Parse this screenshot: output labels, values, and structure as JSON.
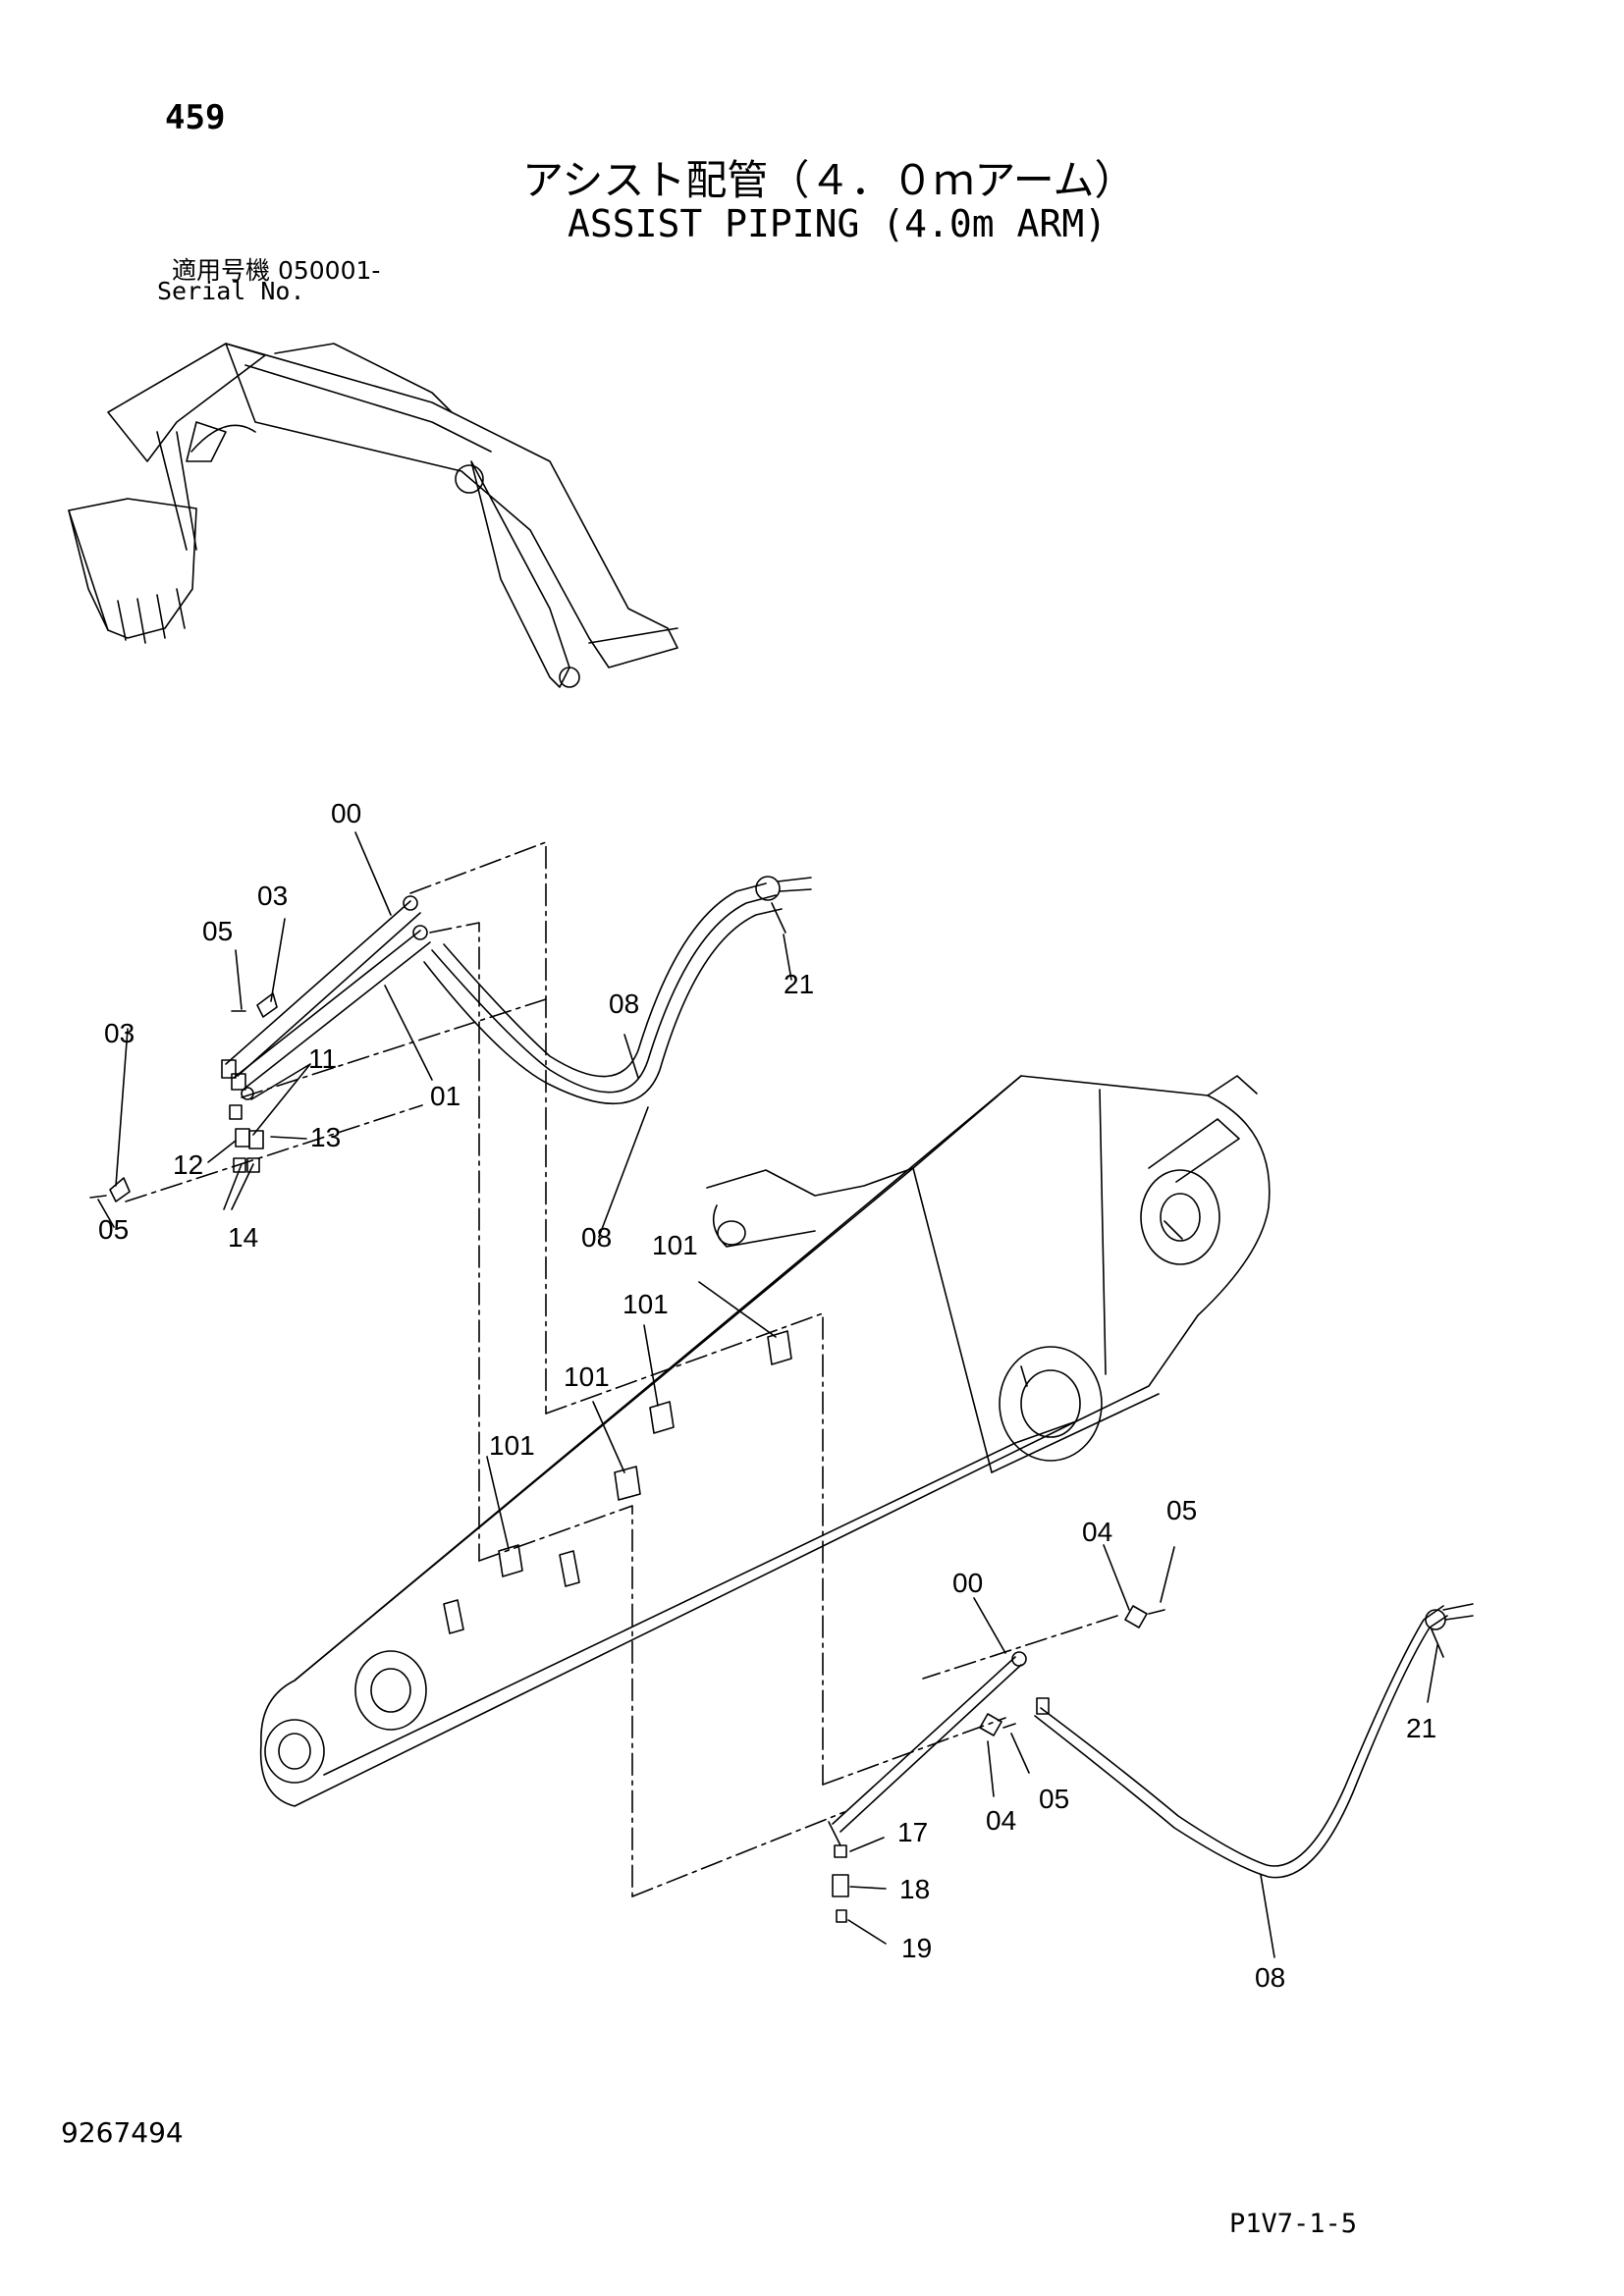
{
  "header": {
    "page_number": "459",
    "title_jp": "アシスト配管（４．０ｍアーム）",
    "title_en": "ASSIST PIPING (4.0m ARM)",
    "serial_label_jp": "適用号機  050001-",
    "serial_label_en": "Serial No."
  },
  "footer": {
    "doc_number": "9267494",
    "sheet_code": "P1V7-1-5"
  },
  "callouts": [
    {
      "id": "c-00-top",
      "label": "00"
    },
    {
      "id": "c-03-a",
      "label": "03"
    },
    {
      "id": "c-05-a",
      "label": "05"
    },
    {
      "id": "c-03-b",
      "label": "03"
    },
    {
      "id": "c-11",
      "label": "11"
    },
    {
      "id": "c-13",
      "label": "13"
    },
    {
      "id": "c-12",
      "label": "12"
    },
    {
      "id": "c-05-b",
      "label": "05"
    },
    {
      "id": "c-14",
      "label": "14"
    },
    {
      "id": "c-01",
      "label": "01"
    },
    {
      "id": "c-08-a",
      "label": "08"
    },
    {
      "id": "c-08-b",
      "label": "08"
    },
    {
      "id": "c-21-a",
      "label": "21"
    },
    {
      "id": "c-101-a",
      "label": "101"
    },
    {
      "id": "c-101-b",
      "label": "101"
    },
    {
      "id": "c-101-c",
      "label": "101"
    },
    {
      "id": "c-101-d",
      "label": "101"
    },
    {
      "id": "c-04-a",
      "label": "04"
    },
    {
      "id": "c-05-c",
      "label": "05"
    },
    {
      "id": "c-00-bottom",
      "label": "00"
    },
    {
      "id": "c-04-b",
      "label": "04"
    },
    {
      "id": "c-05-d",
      "label": "05"
    },
    {
      "id": "c-17",
      "label": "17"
    },
    {
      "id": "c-18",
      "label": "18"
    },
    {
      "id": "c-19",
      "label": "19"
    },
    {
      "id": "c-21-b",
      "label": "21"
    },
    {
      "id": "c-08-c",
      "label": "08"
    }
  ]
}
